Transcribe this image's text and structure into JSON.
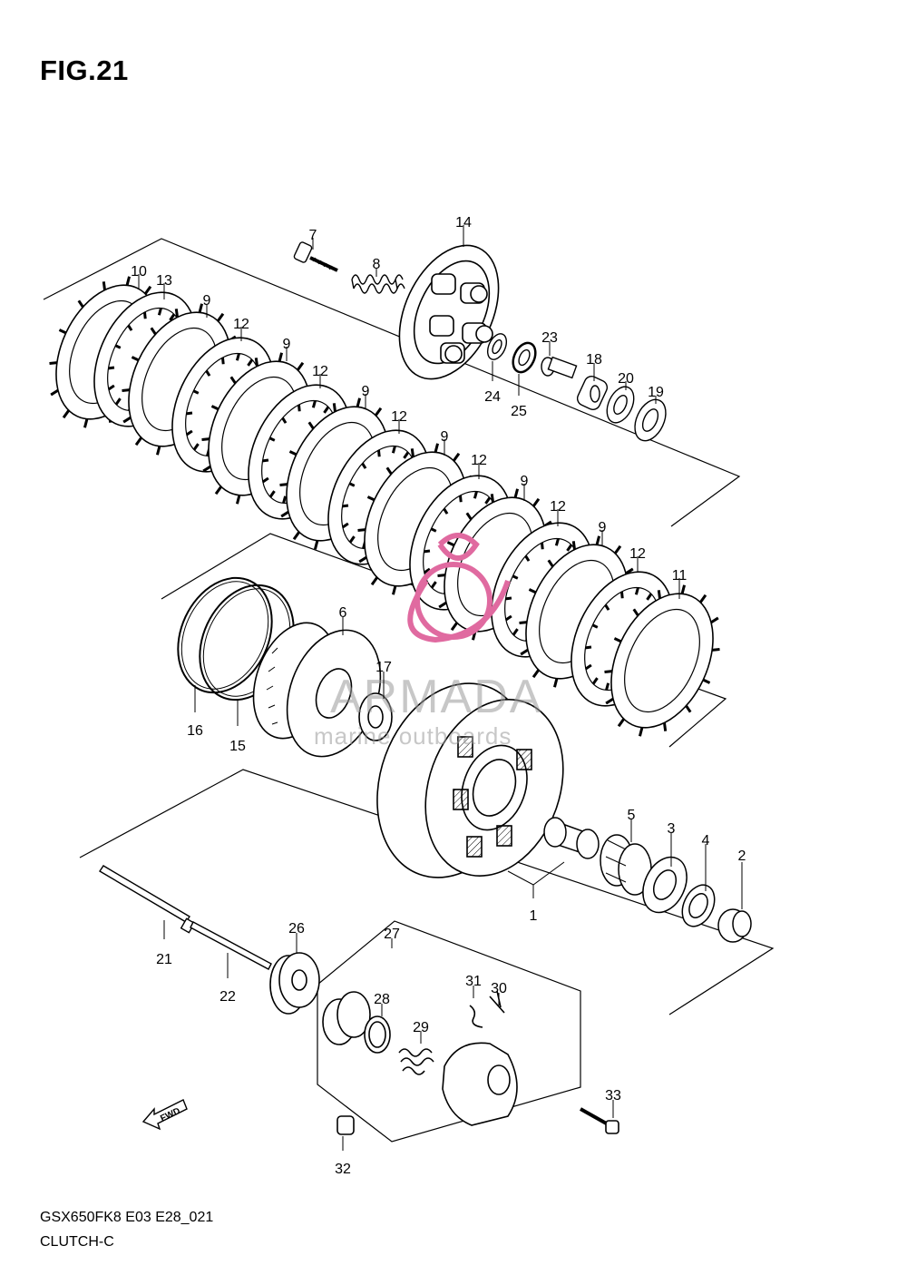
{
  "figure": {
    "title": "FIG.21"
  },
  "footer": {
    "model_code": "GSX650FK8 E03 E28_021",
    "section_name": "CLUTCH-C"
  },
  "watermark": {
    "brand": "ARMADA",
    "tagline": "marine outboards",
    "color": "#e06aa0"
  },
  "fwd_badge": {
    "label": "FWD"
  },
  "parts": [
    {
      "label": "1"
    },
    {
      "label": "2"
    },
    {
      "label": "3"
    },
    {
      "label": "4"
    },
    {
      "label": "5"
    },
    {
      "label": "6"
    },
    {
      "label": "7"
    },
    {
      "label": "8"
    },
    {
      "label": "9"
    },
    {
      "label": "9"
    },
    {
      "label": "9"
    },
    {
      "label": "9"
    },
    {
      "label": "9"
    },
    {
      "label": "9"
    },
    {
      "label": "10"
    },
    {
      "label": "11"
    },
    {
      "label": "12"
    },
    {
      "label": "12"
    },
    {
      "label": "12"
    },
    {
      "label": "12"
    },
    {
      "label": "12"
    },
    {
      "label": "12"
    },
    {
      "label": "13"
    },
    {
      "label": "14"
    },
    {
      "label": "15"
    },
    {
      "label": "16"
    },
    {
      "label": "17"
    },
    {
      "label": "18"
    },
    {
      "label": "19"
    },
    {
      "label": "20"
    },
    {
      "label": "21"
    },
    {
      "label": "22"
    },
    {
      "label": "23"
    },
    {
      "label": "24"
    },
    {
      "label": "25"
    },
    {
      "label": "26"
    },
    {
      "label": "27"
    },
    {
      "label": "28"
    },
    {
      "label": "29"
    },
    {
      "label": "30"
    },
    {
      "label": "31"
    },
    {
      "label": "32"
    },
    {
      "label": "33"
    }
  ]
}
